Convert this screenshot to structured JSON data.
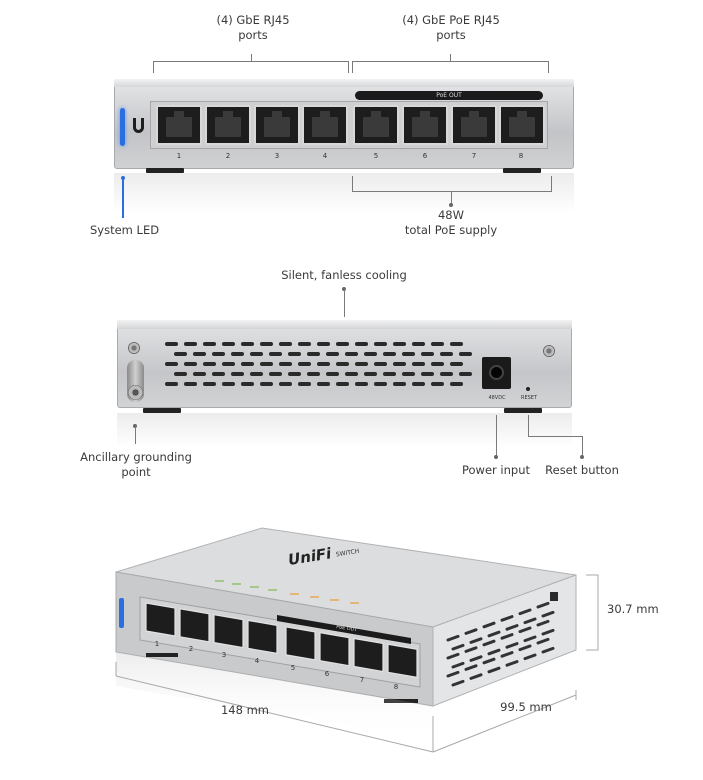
{
  "top_view": {
    "left_group_label": "(4) GbE RJ45\nports",
    "right_group_label": "(4) GbE PoE RJ45\nports",
    "poe_out_label": "PoE OUT",
    "port_numbers": [
      "1",
      "2",
      "3",
      "4",
      "5",
      "6",
      "7",
      "8"
    ],
    "system_led_label": "System LED",
    "poe_supply_label": "48W\ntotal PoE supply"
  },
  "rear_view": {
    "cooling_label": "Silent, fanless cooling",
    "dc_label": "48VDC",
    "reset_text": "RESET",
    "grounding_label": "Ancillary grounding\npoint",
    "power_label": "Power input",
    "reset_label": "Reset button"
  },
  "iso_view": {
    "brand_text": "UniFi",
    "model_text": "SWITCH",
    "poe_out_label": "PoE OUT",
    "port_numbers": [
      "1",
      "2",
      "3",
      "4",
      "5",
      "6",
      "7",
      "8"
    ],
    "height_label": "30.7 mm",
    "width_label": "148 mm",
    "depth_label": "99.5 mm"
  },
  "colors": {
    "led_blue": "#2a6fe0",
    "chassis": "#c9cacc",
    "port_dark": "#1d1d1d"
  }
}
